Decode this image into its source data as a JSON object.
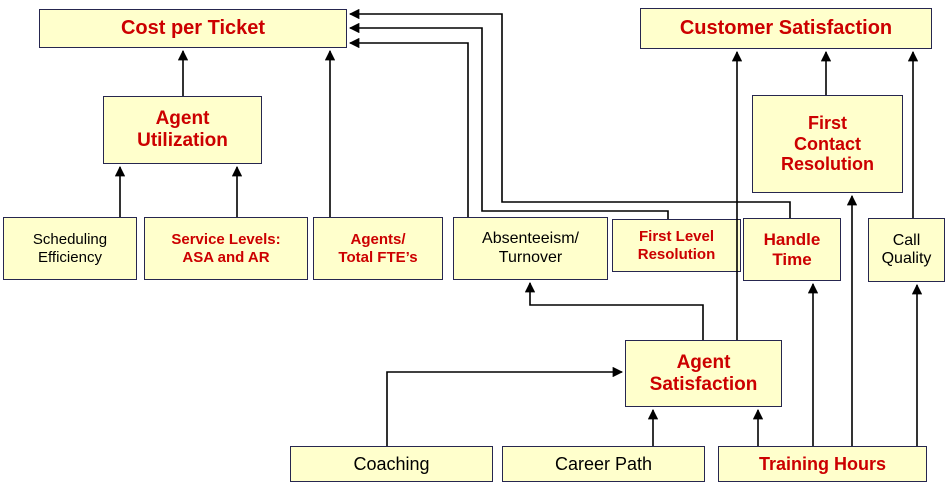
{
  "diagram": {
    "colors": {
      "background": "#FFFFFF",
      "box_fill": "#FFFFCC",
      "box_border": "#26264F",
      "emphasis_text": "#CC0000",
      "plain_text": "#000000",
      "connector": "#000000"
    },
    "nodes": {
      "cost_per_ticket": {
        "label": "Cost per Ticket"
      },
      "customer_satisfaction": {
        "label": "Customer Satisfaction"
      },
      "agent_utilization": {
        "label": "Agent\nUtilization"
      },
      "first_contact_resolution": {
        "label": "First\nContact\nResolution"
      },
      "scheduling_efficiency": {
        "label": "Scheduling\nEfficiency"
      },
      "service_levels": {
        "label": "Service Levels:\nASA and AR"
      },
      "agents_total_ftes": {
        "label": "Agents/\nTotal FTE’s"
      },
      "absenteeism_turnover": {
        "label": "Absenteeism/\nTurnover"
      },
      "first_level_resolution": {
        "label": "First Level\nResolution"
      },
      "handle_time": {
        "label": "Handle\nTime"
      },
      "call_quality": {
        "label": "Call\nQuality"
      },
      "agent_satisfaction": {
        "label": "Agent\nSatisfaction"
      },
      "coaching": {
        "label": "Coaching"
      },
      "career_path": {
        "label": "Career Path"
      },
      "training_hours": {
        "label": "Training Hours"
      }
    },
    "edges": [
      {
        "from": "scheduling_efficiency",
        "to": "agent_utilization"
      },
      {
        "from": "service_levels",
        "to": "agent_utilization"
      },
      {
        "from": "agent_utilization",
        "to": "cost_per_ticket"
      },
      {
        "from": "agents_total_ftes",
        "to": "cost_per_ticket"
      },
      {
        "from": "absenteeism_turnover",
        "to": "cost_per_ticket"
      },
      {
        "from": "first_level_resolution",
        "to": "cost_per_ticket"
      },
      {
        "from": "handle_time",
        "to": "cost_per_ticket"
      },
      {
        "from": "agent_satisfaction",
        "to": "absenteeism_turnover"
      },
      {
        "from": "agent_satisfaction",
        "to": "customer_satisfaction"
      },
      {
        "from": "first_contact_resolution",
        "to": "customer_satisfaction"
      },
      {
        "from": "call_quality",
        "to": "customer_satisfaction"
      },
      {
        "from": "coaching",
        "to": "agent_satisfaction"
      },
      {
        "from": "career_path",
        "to": "agent_satisfaction"
      },
      {
        "from": "training_hours",
        "to": "agent_satisfaction"
      },
      {
        "from": "training_hours",
        "to": "handle_time"
      },
      {
        "from": "training_hours",
        "to": "first_contact_resolution"
      },
      {
        "from": "training_hours",
        "to": "call_quality"
      }
    ]
  }
}
